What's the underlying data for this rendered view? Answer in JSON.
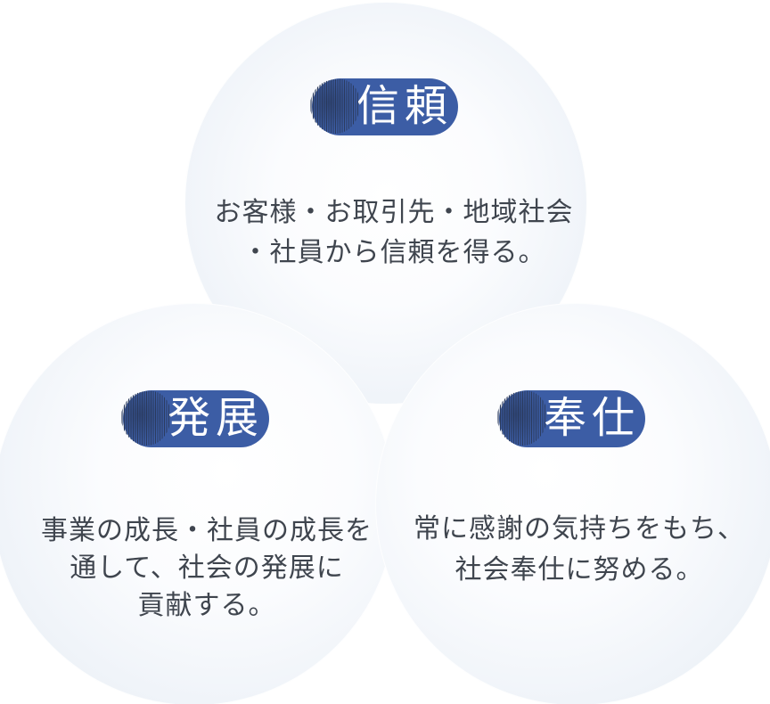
{
  "diagram": {
    "name": "corporate-values-venn",
    "colors": {
      "page_background": "#ffffff",
      "circle_rim": "#e7edf5",
      "circle_center": "#ffffff",
      "badge_background": "#3c5da5",
      "badge_text": "#ffffff",
      "icon_line": "#2c3c5f",
      "body_text": "#3f454e"
    },
    "values": [
      {
        "id": "trust",
        "icon": "fingerprint-icon",
        "badge_label": "信頼",
        "lines": [
          "お客様・お取引先・地域社会",
          "・社員から信頼を得る。"
        ]
      },
      {
        "id": "development",
        "icon": "fingerprint-icon",
        "badge_label": "発展",
        "lines": [
          "事業の成長・社員の成長を",
          "通して、社会の発展に",
          "貢献する。"
        ]
      },
      {
        "id": "service",
        "icon": "fingerprint-icon",
        "badge_label": "奉仕",
        "lines": [
          "常に感謝の気持ちをもち、",
          "社会奉仕に努める。"
        ]
      }
    ]
  }
}
